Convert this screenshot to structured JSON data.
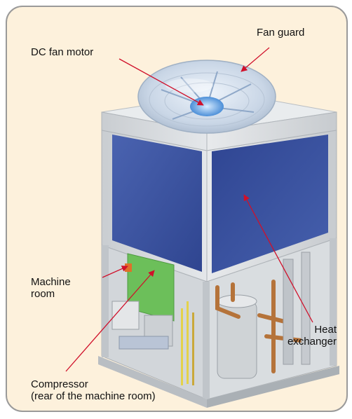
{
  "labels": {
    "fan_guard": "Fan guard",
    "dc_fan_motor": "DC fan motor",
    "machine_room": [
      "Machine",
      "room"
    ],
    "heat_exchanger": [
      "Heat",
      "exchanger"
    ],
    "compressor": [
      "Compressor",
      "(rear of the machine room)"
    ]
  },
  "colors": {
    "background": "#fdf1dc",
    "border": "#9a9a9a",
    "panel_blue": "#3c54a0",
    "unit_body": "#d8dcdf",
    "arrow": "#d0102a",
    "green_board": "#6cbf5a"
  }
}
